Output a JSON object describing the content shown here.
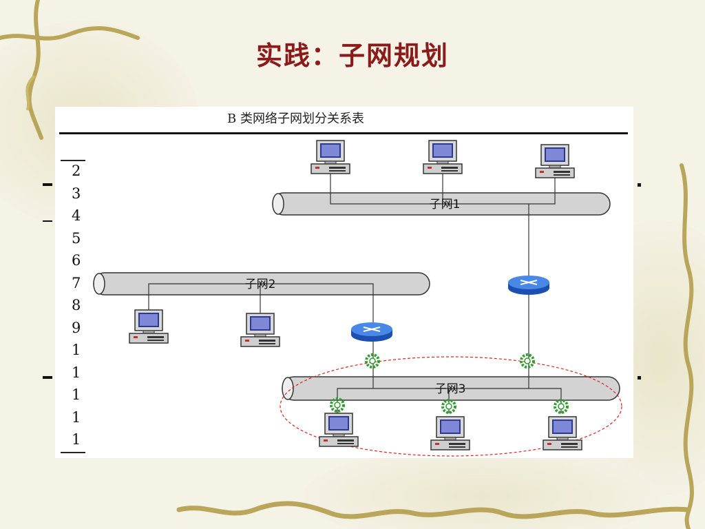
{
  "slide": {
    "title": "实践：子网规划"
  },
  "table": {
    "title": "B 类网络子网划分关系表",
    "numbers": [
      "2",
      "3",
      "4",
      "5",
      "6",
      "7",
      "8",
      "9",
      "1",
      "1",
      "1",
      "1",
      "1"
    ]
  },
  "diagram": {
    "subnets": [
      {
        "label": "子网1"
      },
      {
        "label": "子网2"
      },
      {
        "label": "子网3"
      }
    ],
    "colors": {
      "bus_fill": "#d3d3d3",
      "router": "#2f6ad6",
      "highlight_ellipse": "#e02020",
      "connector": "#2e9e2e"
    }
  }
}
